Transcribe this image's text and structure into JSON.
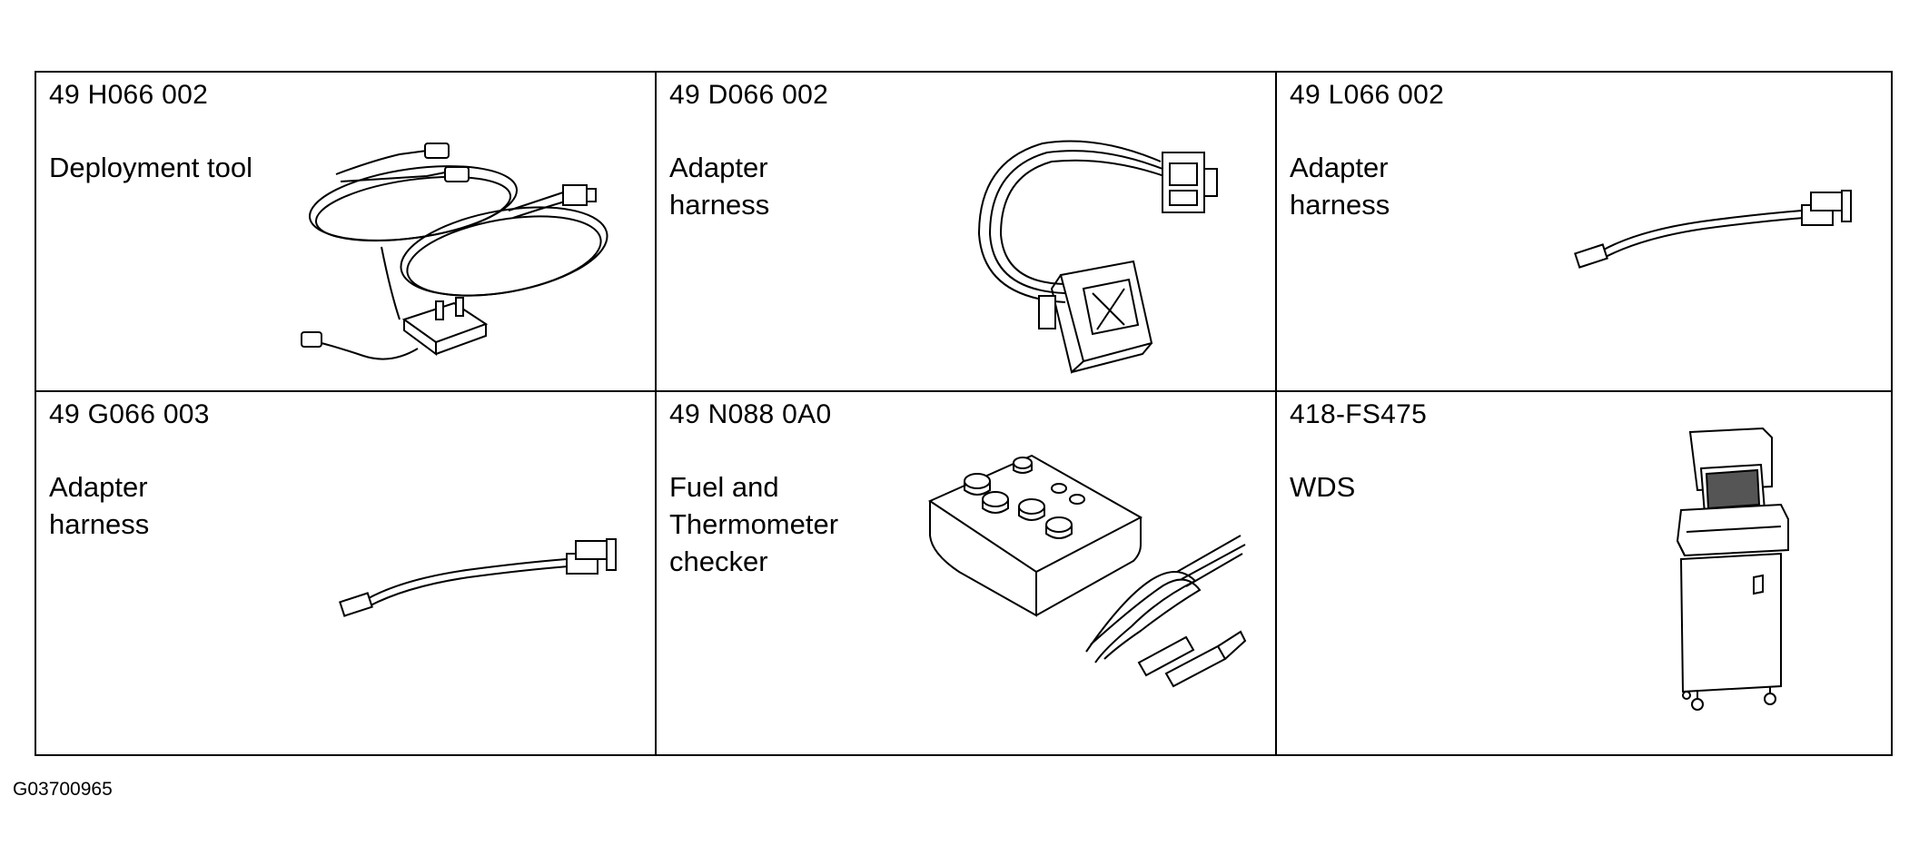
{
  "figure_id": "G03700965",
  "tools": [
    {
      "code": "49 H066 002",
      "desc": [
        "Deployment tool"
      ],
      "illustration": "deployment-tool-drawing"
    },
    {
      "code": "49 D066 002",
      "desc": [
        "Adapter",
        "harness"
      ],
      "illustration": "adapter-harness-connector-drawing"
    },
    {
      "code": "49 L066 002",
      "desc": [
        "Adapter",
        "harness"
      ],
      "illustration": "adapter-harness-cable-drawing"
    },
    {
      "code": "49 G066 003",
      "desc": [
        "Adapter",
        "harness"
      ],
      "illustration": "adapter-harness-cable-drawing"
    },
    {
      "code": "49 N088 0A0",
      "desc": [
        "Fuel and",
        "Thermometer",
        "checker"
      ],
      "illustration": "fuel-thermometer-checker-drawing"
    },
    {
      "code": "418-FS475",
      "desc": [
        "WDS"
      ],
      "illustration": "wds-cart-drawing"
    }
  ]
}
